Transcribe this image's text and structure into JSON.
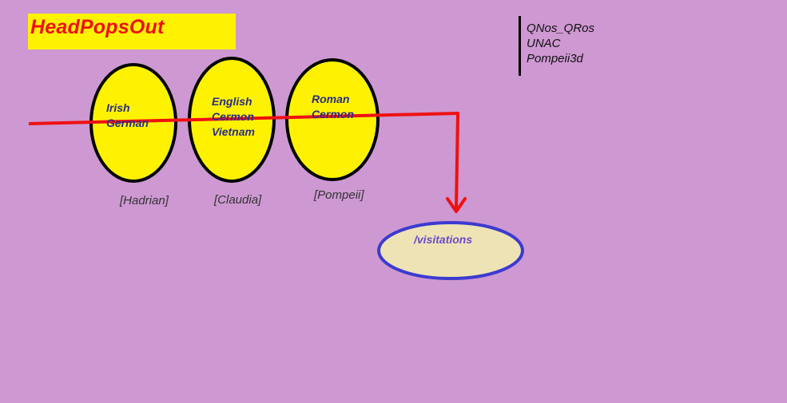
{
  "title": "HeadPopsOut",
  "colors": {
    "background": "#CE98D2",
    "title_box": "#FFF200",
    "title_text": "#EE1111",
    "node_fill": "#FFF200",
    "node_stroke": "#000000",
    "arrow": "#EE1111",
    "target_fill": "#EEE3B5",
    "target_stroke": "#3B3BD0"
  },
  "nodes": [
    {
      "lines": [
        "Irish",
        "German"
      ],
      "caption": "[Hadrian]"
    },
    {
      "lines": [
        "English",
        "Cermon",
        "Vietnam"
      ],
      "caption": "[Claudia]"
    },
    {
      "lines": [
        "Roman",
        "Cermon"
      ],
      "caption": "[Pompeii]"
    }
  ],
  "target": {
    "label": "/visitations"
  },
  "legend": [
    "QNos_QRos",
    "UNAC",
    "Pompeii3d"
  ]
}
